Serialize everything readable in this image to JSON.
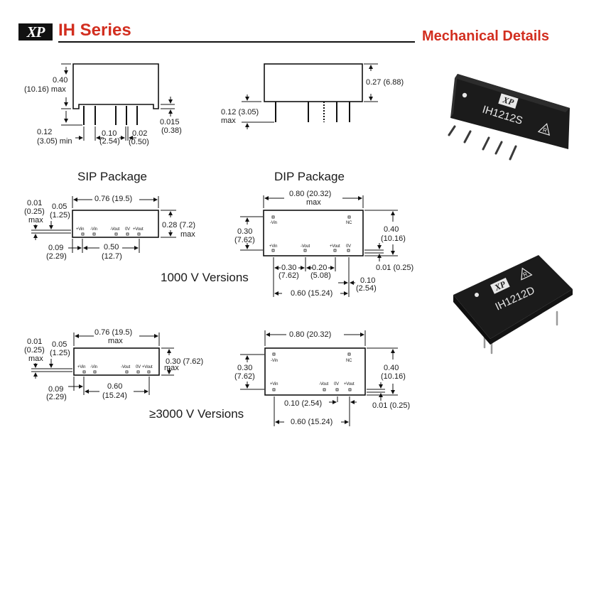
{
  "header": {
    "logo_text": "XP",
    "series_title": "IH Series",
    "section_title": "Mechanical Details"
  },
  "side_view_sip": {
    "height": "0.40",
    "height_mm": "(10.16) max",
    "pin_length": "0.12",
    "pin_length_mm": "(3.05) min",
    "pitch": "0.10",
    "pitch_mm": "(2.54)",
    "pin_width": "0.02",
    "pin_width_mm": "(0.50)",
    "standoff": "0.015",
    "standoff_mm": "(0.38)"
  },
  "side_view_dip": {
    "height": "0.27 (6.88)",
    "pin_length": "0.12 (3.05)",
    "pin_length_suffix": "max"
  },
  "package_titles": {
    "sip": "SIP Package",
    "dip": "DIP Package"
  },
  "versions": {
    "v1000": "1000 V Versions",
    "v3000_symbol": "≥",
    "v3000": "3000 V Versions"
  },
  "sip_1000": {
    "width": "0.76 (19.5)",
    "edge": "0.01",
    "edge_mm": "(0.25)",
    "edge_suffix": "max",
    "pin_offset": "0.05",
    "pin_offset_mm": "(1.25)",
    "height": "0.28 (7.2)",
    "height_suffix": "max",
    "first_pin": "0.09",
    "first_pin_mm": "(2.29)",
    "span": "0.50",
    "span_mm": "(12.7)",
    "pins": [
      "+Vin",
      "-Vin",
      "-Vout",
      "0V",
      "+Vout"
    ]
  },
  "dip_1000": {
    "width": "0.80 (20.32)",
    "width_suffix": "max",
    "row": "0.30",
    "row_mm": "(7.62)",
    "height": "0.40",
    "height_mm": "(10.16)",
    "edge": "0.01 (0.25)",
    "pin_a": "0.30",
    "pin_a_mm": "(7.62)",
    "pin_b": "0.20",
    "pin_b_mm": "(5.08)",
    "pitch": "0.10",
    "pitch_mm": "(2.54)",
    "span": "0.60 (15.24)",
    "top_pins": [
      "-Vin",
      "NC"
    ],
    "bottom_pins": [
      "+Vin",
      "-Vout",
      "+Vout",
      "0V"
    ]
  },
  "sip_3000": {
    "width": "0.76 (19.5)",
    "width_suffix": "max",
    "edge": "0.01",
    "edge_mm": "(0.25)",
    "edge_suffix": "max",
    "pin_offset": "0.05",
    "pin_offset_mm": "(1.25)",
    "height": "0.30 (7.62)",
    "height_suffix": "max",
    "first_pin": "0.09",
    "first_pin_mm": "(2.29)",
    "span": "0.60",
    "span_mm": "(15.24)",
    "pins": [
      "+Vin",
      "-Vin",
      "-Vout",
      "0V",
      "+Vout"
    ]
  },
  "dip_3000": {
    "width": "0.80 (20.32)",
    "row": "0.30",
    "row_mm": "(7.62)",
    "height": "0.40",
    "height_mm": "(10.16)",
    "edge": "0.01 (0.25)",
    "pitch": "0.10 (2.54)",
    "span": "0.60 (15.24)",
    "top_pins": [
      "-Vin",
      "NC"
    ],
    "bottom_pins": [
      "+Vin",
      "-Vout",
      "0V",
      "+Vout"
    ]
  },
  "photos": {
    "sip_part_number": "IH1212S",
    "dip_part_number": "IH1212D",
    "logo_text": "XP",
    "mark_text": "R"
  },
  "colors": {
    "accent": "#d22e1f",
    "ink": "#111111",
    "component": "#1b1b1b"
  }
}
